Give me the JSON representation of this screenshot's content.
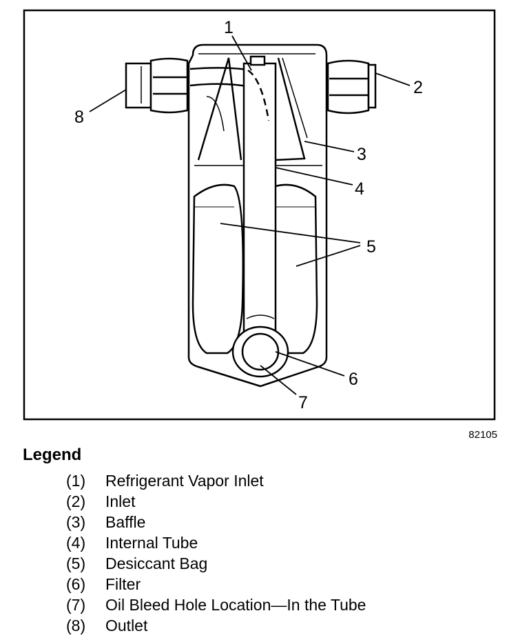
{
  "figure": {
    "callouts": [
      {
        "id": "1",
        "label": "1"
      },
      {
        "id": "2",
        "label": "2"
      },
      {
        "id": "3",
        "label": "3"
      },
      {
        "id": "4",
        "label": "4"
      },
      {
        "id": "5",
        "label": "5"
      },
      {
        "id": "6",
        "label": "6"
      },
      {
        "id": "7",
        "label": "7"
      },
      {
        "id": "8",
        "label": "8"
      }
    ],
    "figure_number": "82105"
  },
  "legend": {
    "title": "Legend",
    "items": [
      {
        "num": "(1)",
        "text": "Refrigerant Vapor Inlet"
      },
      {
        "num": "(2)",
        "text": "Inlet"
      },
      {
        "num": "(3)",
        "text": "Baffle"
      },
      {
        "num": "(4)",
        "text": "Internal Tube"
      },
      {
        "num": "(5)",
        "text": "Desiccant Bag"
      },
      {
        "num": "(6)",
        "text": "Filter"
      },
      {
        "num": "(7)",
        "text": "Oil Bleed Hole Location—In the Tube"
      },
      {
        "num": "(8)",
        "text": "Outlet"
      }
    ]
  }
}
